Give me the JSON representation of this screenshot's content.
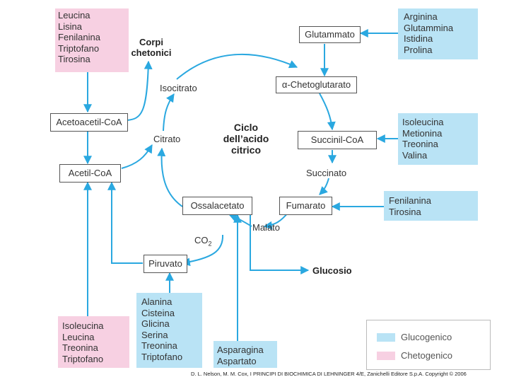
{
  "colors": {
    "arrow": "#2aa8e0",
    "glucogenic": "#b9e3f5",
    "ketogenic": "#f7d0e2",
    "node_border": "#555555"
  },
  "keto_box_top": [
    "Leucina",
    "Lisina",
    "Fenilanina",
    "Triptofano",
    "Tirosina"
  ],
  "keto_box_bottom": [
    "Isoleucina",
    "Leucina",
    "Treonina",
    "Triptofano"
  ],
  "gluco_box_arg": [
    "Arginina",
    "Glutammina",
    "Istidina",
    "Prolina"
  ],
  "gluco_box_ile": [
    "Isoleucina",
    "Metionina",
    "Treonina",
    "Valina"
  ],
  "gluco_box_phe": [
    "Fenilanina",
    "Tirosina"
  ],
  "gluco_box_ala": [
    "Alanina",
    "Cisteina",
    "Glicina",
    "Serina",
    "Treonina",
    "Triptofano"
  ],
  "gluco_box_asn": [
    "Asparagina",
    "Aspartato"
  ],
  "nodes": {
    "acetoacetil": "Acetoacetil-CoA",
    "acetil": "Acetil-CoA",
    "glutammato": "Glutammato",
    "chetoglutarato": "α-Chetoglutarato",
    "succinil": "Succinil-CoA",
    "fumarato": "Fumarato",
    "ossalacetato": "Ossalacetato",
    "piruvato": "Piruvato"
  },
  "labels": {
    "isocitrato": "Isocitrato",
    "citrato": "Citrato",
    "succinato": "Succinato",
    "malato": "Malato",
    "co2": "CO",
    "co2_sub": "2"
  },
  "bold_labels": {
    "corpi_1": "Corpi",
    "corpi_2": "chetonici",
    "ciclo_1": "Ciclo",
    "ciclo_2": "dell’acido",
    "ciclo_3": "citrico",
    "glucosio": "Glucosio"
  },
  "legend": {
    "glucogenic": "Glucogenico",
    "ketogenic": "Chetogenico"
  },
  "credit": "D. L. Nelson, M. M. Cox, I PRINCIPI DI BIOCHIMICA DI LEHNINGER 4/E, Zanichelli Editore S.p.A. Copyright © 2006"
}
